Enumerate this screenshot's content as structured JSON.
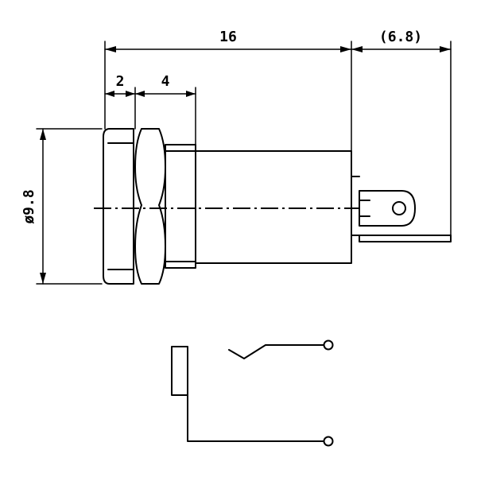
{
  "dimensions": {
    "overall_length": "16",
    "terminal_length": "(6.8)",
    "flange_width": "2",
    "nut_width": "4",
    "diameter": "ø9.8"
  },
  "colors": {
    "line": "#000000",
    "background": "#ffffff"
  }
}
